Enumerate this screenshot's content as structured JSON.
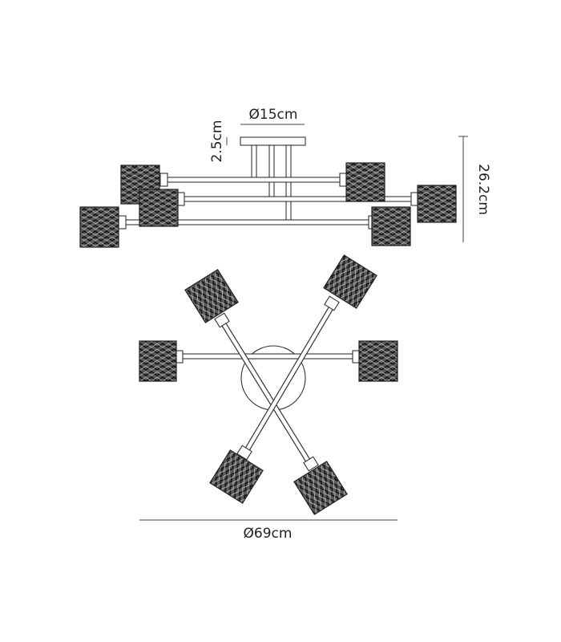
{
  "dimensions": {
    "canopy_diameter": "Ø15cm",
    "canopy_height": "2.5cm",
    "overall_height": "26.2cm",
    "overall_diameter": "Ø69cm"
  },
  "colors": {
    "line": "#333333",
    "shade_dark": "#2a2a2a",
    "background": "#ffffff"
  },
  "views": [
    "side-view",
    "top-view"
  ],
  "shade_count": 6
}
